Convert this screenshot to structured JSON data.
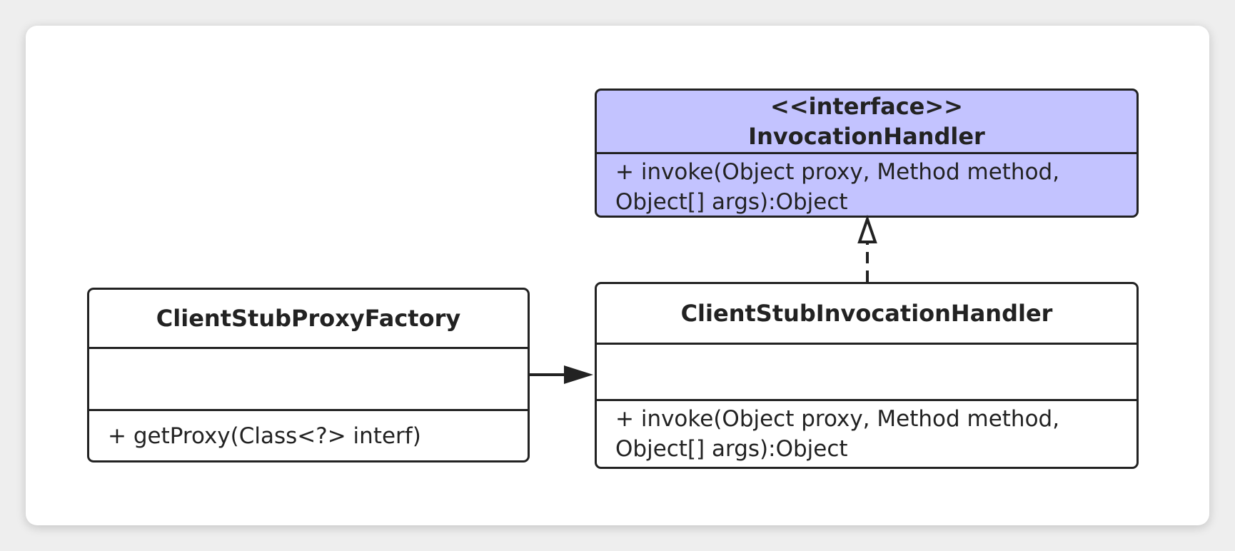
{
  "background": "#eeeeee",
  "colors": {
    "interface_fill": "#c3c3ff",
    "class_fill": "#ffffff",
    "line": "#222222"
  },
  "classes": {
    "invocation_handler": {
      "stereotype": "<<interface>>",
      "name": "InvocationHandler",
      "methods": [
        "+ invoke(Object proxy, Method method,",
        "Object[] args):Object"
      ]
    },
    "client_stub_proxy_factory": {
      "name": "ClientStubProxyFactory",
      "attributes": [],
      "methods": [
        "+ getProxy(Class<?> interf)"
      ]
    },
    "client_stub_invocation_handler": {
      "name": "ClientStubInvocationHandler",
      "attributes": [],
      "methods": [
        "+ invoke(Object proxy, Method method,",
        "Object[] args):Object"
      ]
    }
  },
  "relations": [
    {
      "from": "client_stub_invocation_handler",
      "to": "invocation_handler",
      "type": "realization"
    },
    {
      "from": "client_stub_proxy_factory",
      "to": "client_stub_invocation_handler",
      "type": "association"
    }
  ]
}
